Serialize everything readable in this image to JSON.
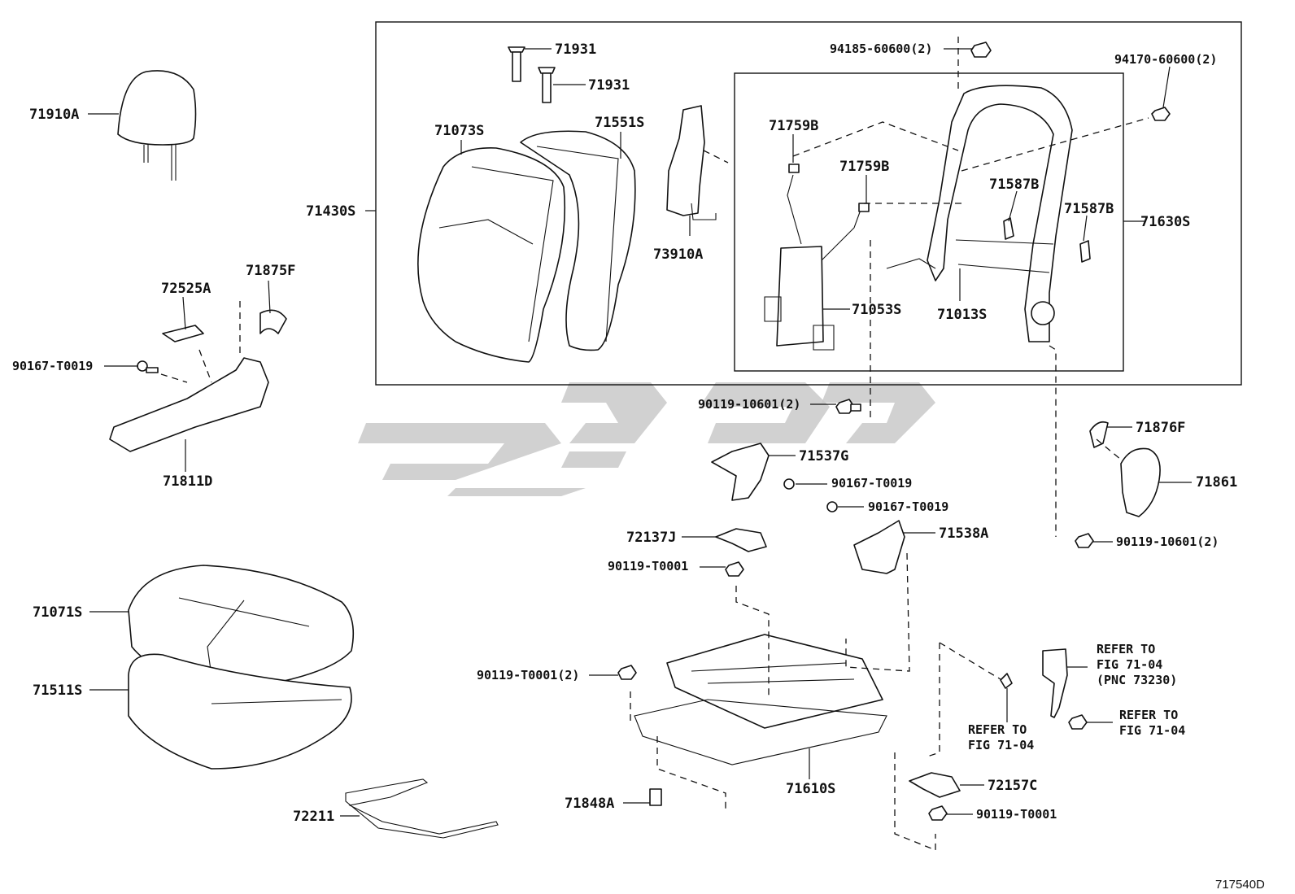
{
  "figure_id": "717540D",
  "watermark": {
    "icon": "persian-logo-watermark"
  },
  "colors": {
    "line": "#111111",
    "watermark": "#c9c9c9",
    "background": "#ffffff"
  },
  "labels": {
    "headrest": "71910A",
    "back_assy": "71430S",
    "pin_upper": "71931",
    "pin_lower": "71931",
    "back_cover": "71073S",
    "back_pad": "71551S",
    "side_airbag": "73910A",
    "nut_top": "94185-60600(2)",
    "nut_right": "94170-60600(2)",
    "clip_left": "71759B",
    "clip_right": "71759B",
    "hook_center": "71587B",
    "hook_right": "71587B",
    "back_frame": "71630S",
    "lumbar": "71053S",
    "frame_sub": "71013S",
    "lever": "72525A",
    "cover_small": "71875F",
    "screw_left": "90167-T0019",
    "shield_left": "71811D",
    "bolt_center": "90119-10601(2)",
    "cover_center": "71537G",
    "screw_center1": "90167-T0019",
    "screw_center2": "90167-T0019",
    "cover_right_small": "71876F",
    "shield_right": "71861",
    "bolt_right": "90119-10601(2)",
    "clip_72137": "72137J",
    "bolt_72137": "90119-T0001",
    "cover_71538": "71538A",
    "cushion_cover": "71071S",
    "cushion_pad": "71511S",
    "bolt_adjuster": "90119-T0001(2)",
    "adjuster": "71610S",
    "bolt_bottom": "71848A",
    "clip_72157": "72157C",
    "bolt_72157": "90119-T0001",
    "wire": "72211",
    "refer_belt": "REFER TO\nFIG 71-04\n(PNC 73230)",
    "refer_nut": "REFER TO\nFIG 71-04",
    "refer_bracket": "REFER TO\nFIG 71-04"
  }
}
